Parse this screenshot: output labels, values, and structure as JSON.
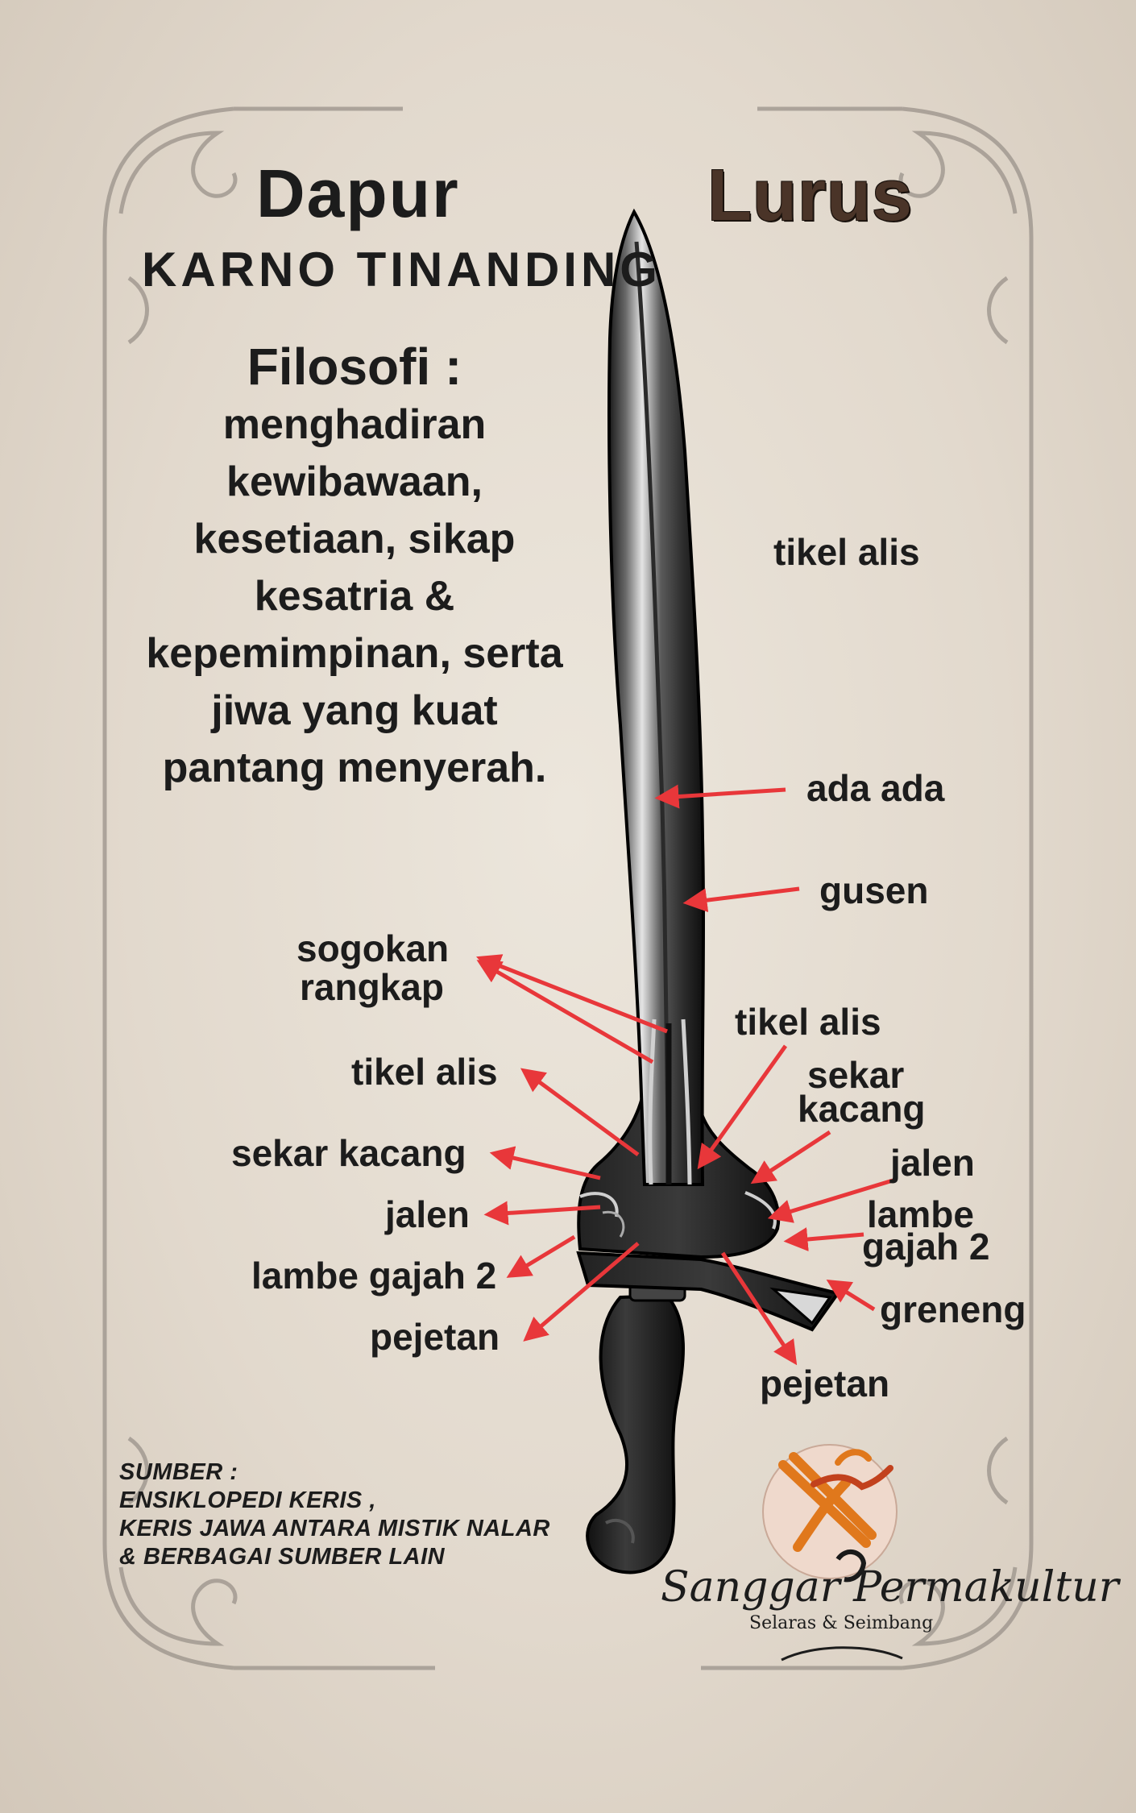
{
  "title": {
    "dapur": "Dapur",
    "lurus": "Lurus",
    "subtitle": "KARNO TINANDING"
  },
  "filosofi": {
    "heading": "Filosofi :",
    "lines": [
      "menghadiran",
      "kewibawaan,",
      "kesetiaan, sikap",
      "kesatria &",
      "kepemimpinan, serta",
      "jiwa yang kuat",
      "pantang menyerah."
    ]
  },
  "labels": {
    "tikel_alis_top": "tikel alis",
    "ada_ada": "ada ada",
    "gusen": "gusen",
    "sogokan_1": "sogokan",
    "sogokan_2": "rangkap",
    "tikel_alis_right": "tikel alis",
    "tikel_alis_left": "tikel alis",
    "sekar_kacang_right_1": "sekar",
    "sekar_kacang_right_2": "kacang",
    "sekar_kacang_left": "sekar kacang",
    "jalen_right": "jalen",
    "jalen_left": "jalen",
    "lambe_gajah_right_1": "lambe",
    "lambe_gajah_right_2": "gajah 2",
    "lambe_gajah_left": "lambe gajah 2",
    "greneng": "greneng",
    "pejetan_left": "pejetan",
    "pejetan_right": "pejetan"
  },
  "sumber": {
    "lines": [
      "SUMBER :",
      "ENSIKLOPEDI KERIS ,",
      "KERIS JAWA ANTARA MISTIK NALAR",
      "& BERBAGAI SUMBER LAIN"
    ]
  },
  "brand": {
    "name": "Sanggar Permakultur",
    "tagline": "Selaras & Seimbang"
  },
  "colors": {
    "arrow": "#e8373a",
    "text": "#1c1c1c",
    "lurus": "#4a3428",
    "background": "#e6dfd5"
  }
}
